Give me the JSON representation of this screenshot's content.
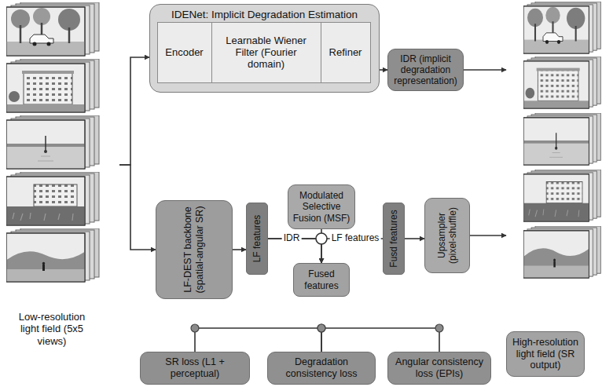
{
  "diagram": {
    "nodes": [
      {
        "text": [
          "Low-resolution light field (5x5 views)"
        ]
      },
      {
        "text": [
          "IDENet: Implicit Degradation Estimation"
        ]
      },
      {
        "text": [
          "Encoder"
        ],
        "in": 1
      },
      {
        "text": [
          "Learnable Wiener Filter (Fourier domain)"
        ],
        "in": 1
      },
      {
        "text": [
          "Refiner"
        ],
        "in": 1
      },
      {
        "text": [
          "IDR (implicit degradation representation)"
        ]
      },
      {
        "text": [
          "LF-DEST backbone (spatial-angular SR)"
        ]
      },
      {
        "text": [
          "LF features"
        ]
      },
      {
        "text": [
          "Modulated Selective Fusion (MSF)"
        ]
      },
      {
        "text": [
          "Fused features"
        ]
      },
      {
        "text": [
          "Fusd features"
        ]
      },
      {
        "text": [
          "Upsampler (pixel-shuffle)"
        ]
      },
      {
        "text": [
          "High-resolution light field (SR output)"
        ]
      },
      {
        "text": [
          "SR loss (L1 + perceptual)"
        ]
      },
      {
        "text": [
          "Degradation consistency loss"
        ]
      },
      {
        "text": [
          "Angular consistency loss (EPIs)"
        ]
      }
    ],
    "edges": [
      {
        "from": 0,
        "to": 1,
        "arrow": "to"
      },
      {
        "from": 0,
        "to": 6,
        "arrow": "to"
      },
      {
        "from": 1,
        "to": 5,
        "arrow": "to"
      },
      {
        "from": 5,
        "to": 12,
        "arrow": "to"
      },
      {
        "from": 6,
        "to": 7,
        "arrow": "to"
      },
      {
        "from": 7,
        "to": 9,
        "label": "IDR",
        "arrow": "to"
      },
      {
        "from": 8,
        "to": 9,
        "arrow": "to"
      },
      {
        "from": 7,
        "to": 10,
        "label": "LF features",
        "arrow": "none"
      },
      {
        "from": 10,
        "to": 11,
        "arrow": "to"
      },
      {
        "from": 11,
        "to": 12,
        "arrow": "to"
      },
      {
        "from": 13,
        "to": 14,
        "arrow": "none"
      },
      {
        "from": 14,
        "to": 15,
        "arrow": "none"
      }
    ]
  }
}
